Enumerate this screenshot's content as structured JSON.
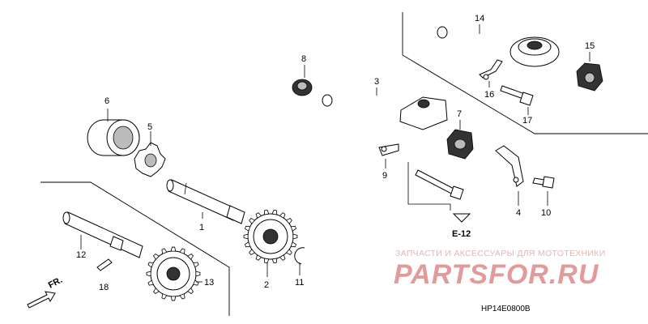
{
  "diagram": {
    "part_numbers": {
      "p1": "1",
      "p2": "2",
      "p3": "3",
      "p4": "4",
      "p5": "5",
      "p6": "6",
      "p7": "7",
      "p8": "8",
      "p9": "9",
      "p10": "10",
      "p11": "11",
      "p12": "12",
      "p13": "13",
      "p14": "14",
      "p15": "15",
      "p16": "16",
      "p17": "17",
      "p18": "18"
    },
    "section_ref": "E-12",
    "front_label": "FR.",
    "drawing_code": "HP14E0800B"
  },
  "watermark": {
    "tagline": "ЗАПЧАСТИ И АКСЕССУАРЫ ДЛЯ МОТОТЕХНИКИ",
    "logo_part1": "PARTS",
    "logo_part2": "FOR.RU",
    "logo_color": "#e29a9a"
  }
}
